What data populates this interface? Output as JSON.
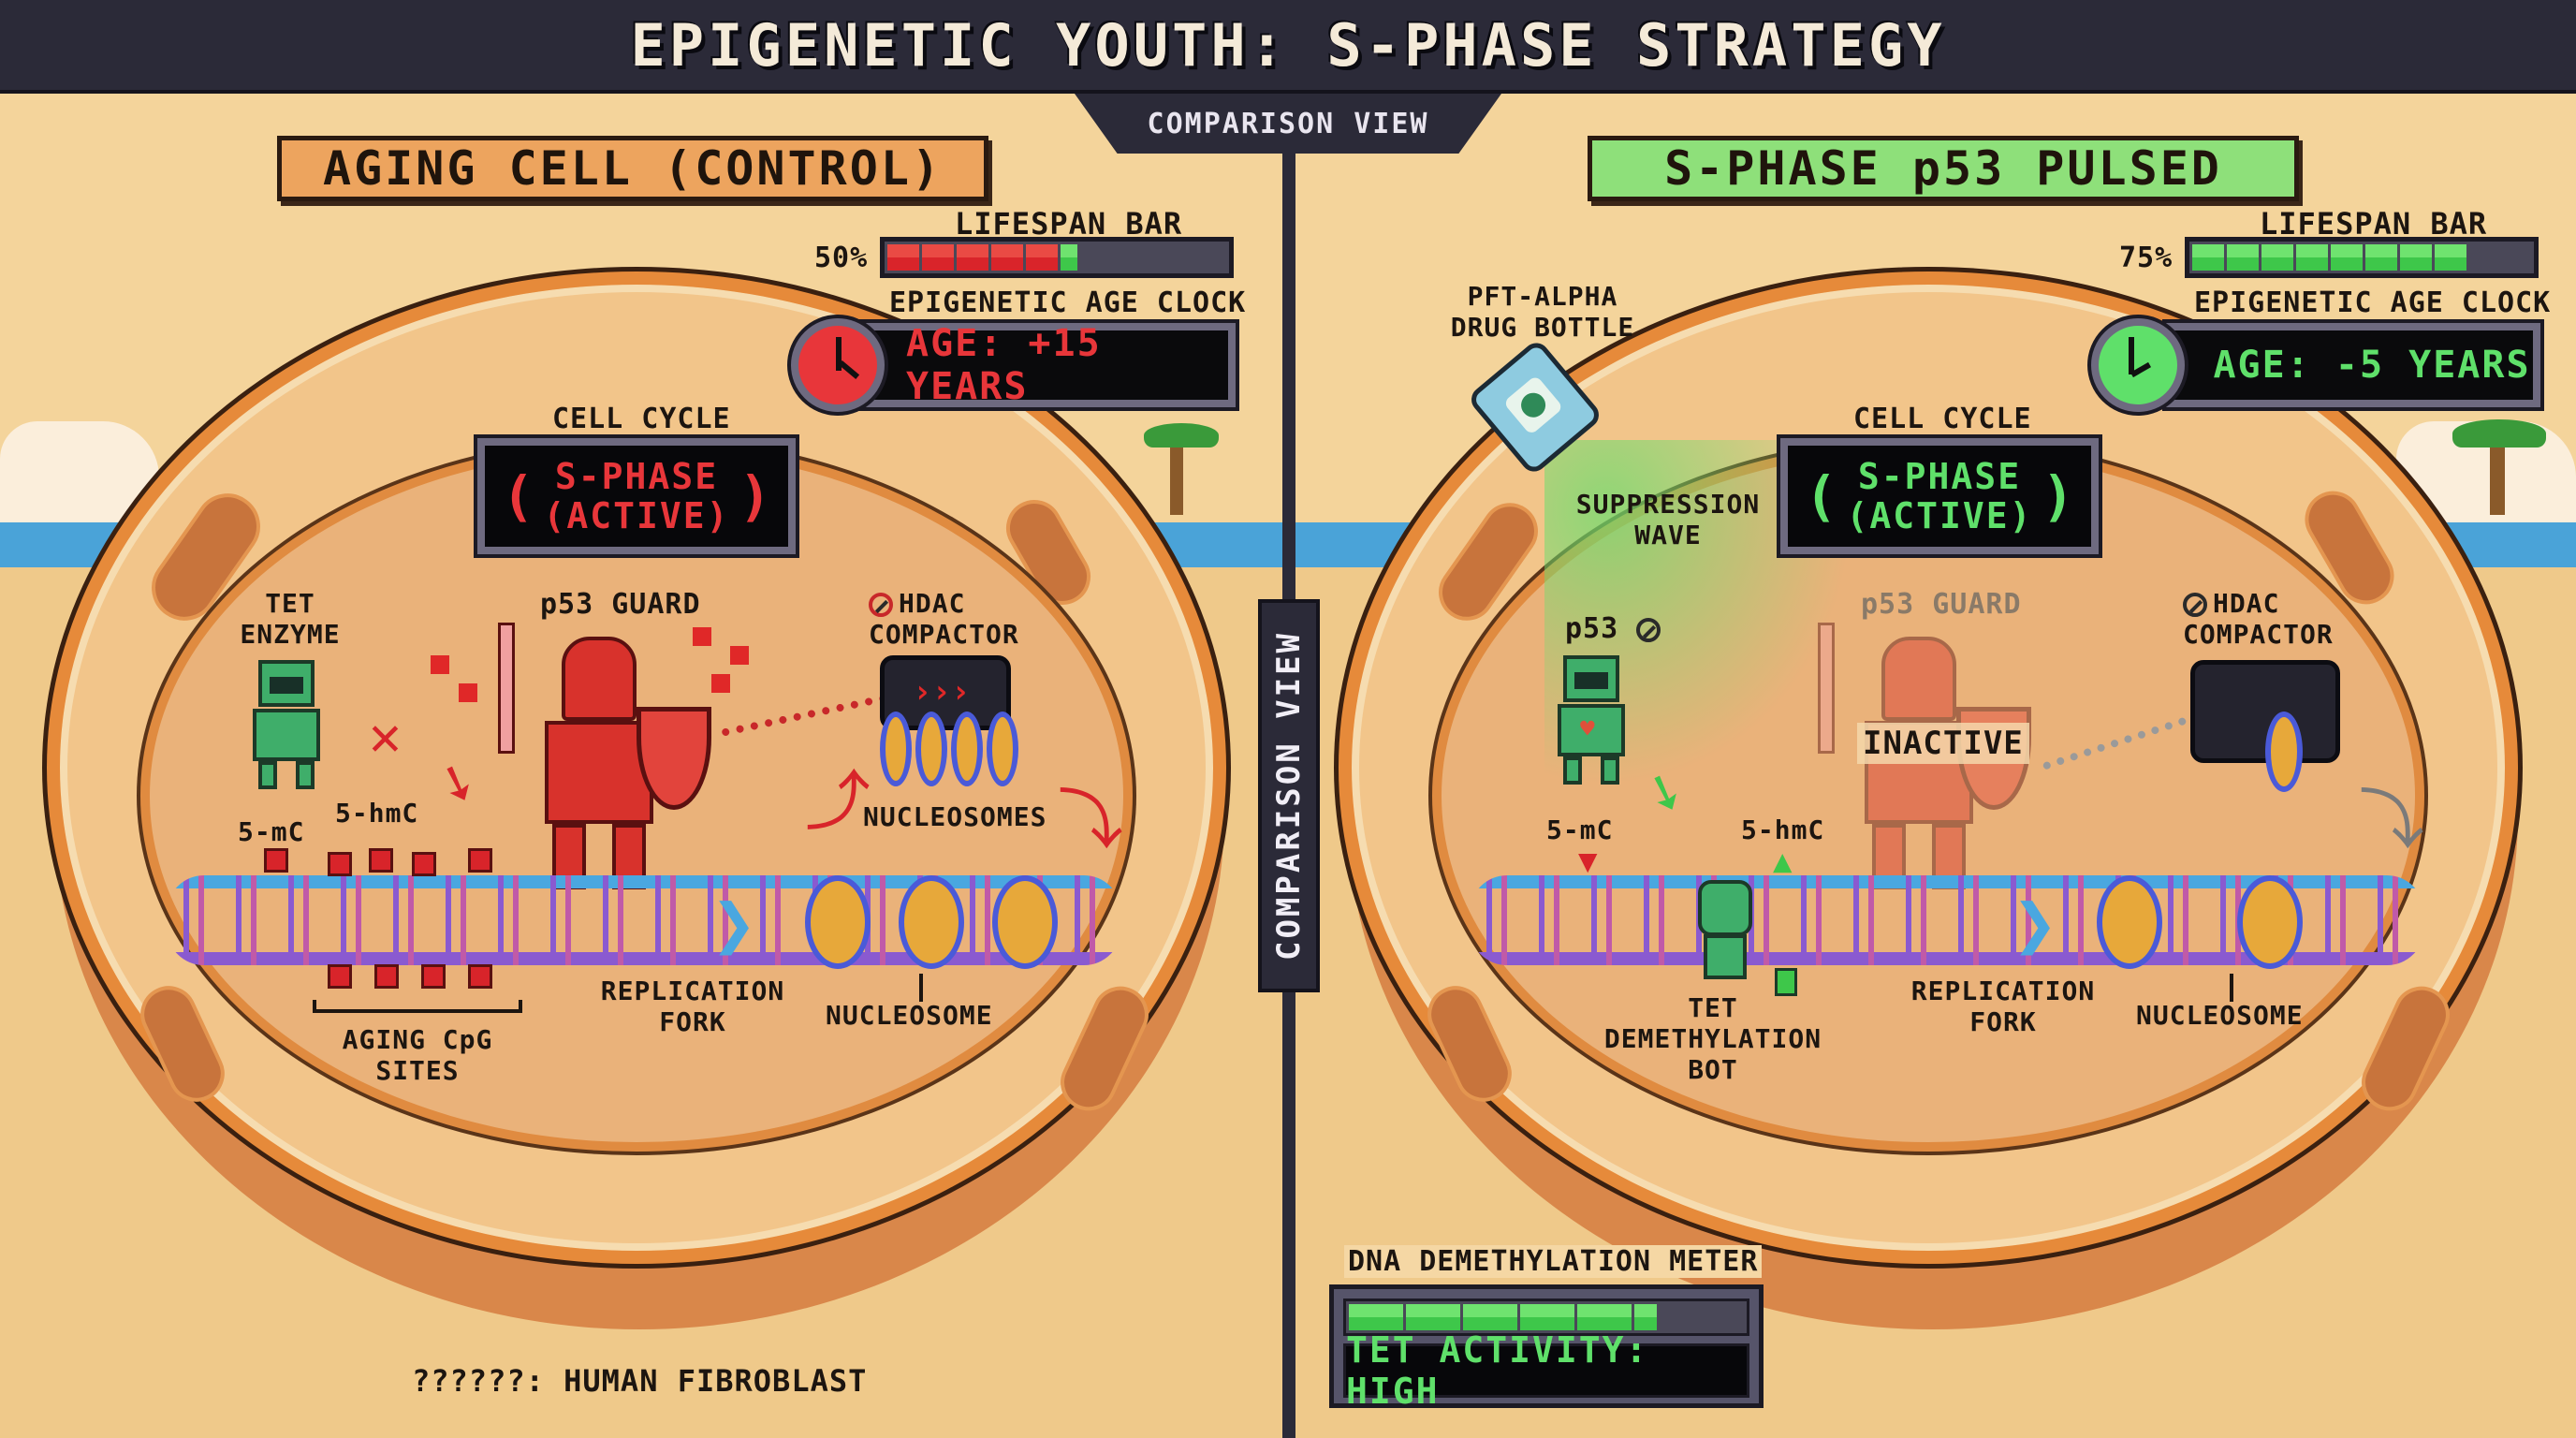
{
  "header": {
    "title": "EPIGENETIC YOUTH: S-PHASE STRATEGY",
    "comparison_tab": "COMPARISON VIEW",
    "divider_label": "COMPARISON VIEW"
  },
  "left_panel": {
    "title": "AGING CELL (CONTROL)",
    "title_color": "#eda45e",
    "lifespan": {
      "label": "LIFESPAN BAR",
      "percent_text": "50%",
      "value": 50,
      "segments_red": 5,
      "segments_green": 1,
      "color": "#d9242a"
    },
    "age_clock": {
      "label": "EPIGENETIC AGE CLOCK",
      "value": "AGE: +15 YEARS",
      "color": "#e8363a",
      "clock_icon": "clock-icon"
    },
    "cell_cycle": {
      "label": "CELL CYCLE",
      "status_line1": "S-PHASE",
      "status_line2": "(ACTIVE)",
      "color": "#e8363a"
    },
    "labels": {
      "tet_enzyme_line1": "TET",
      "tet_enzyme_line2": "ENZYME",
      "p53_guard": "p53 GUARD",
      "hdac_line1": "HDAC",
      "hdac_line2": "COMPACTOR",
      "nucleosomes": "NUCLEOSOMES",
      "five_mc": "5-mC",
      "five_hmc": "5-hmC",
      "replication_fork_line1": "REPLICATION",
      "replication_fork_line2": "FORK",
      "nucleosome": "NUCLEOSOME",
      "cpg_line1": "AGING CpG",
      "cpg_line2": "SITES"
    },
    "footer": {
      "prefix": "??????:",
      "value": "HUMAN FIBROBLAST"
    }
  },
  "right_panel": {
    "title": "S-PHASE p53 PULSED",
    "title_color": "#8ee07a",
    "lifespan": {
      "label": "LIFESPAN BAR",
      "percent_text": "75%",
      "value": 75,
      "segments_green": 8,
      "color": "#3ec74a"
    },
    "age_clock": {
      "label": "EPIGENETIC AGE CLOCK",
      "value": "AGE: -5 YEARS",
      "color": "#5fe06a",
      "clock_icon": "clock-icon"
    },
    "cell_cycle": {
      "label": "CELL CYCLE",
      "status_line1": "S-PHASE",
      "status_line2": "(ACTIVE)",
      "color": "#5fe06a"
    },
    "labels": {
      "drug_line1": "PFT-ALPHA",
      "drug_line2": "DRUG BOTTLE",
      "suppression_line1": "SUPPRESSION",
      "suppression_line2": "WAVE",
      "p53": "p53",
      "p53_guard": "p53 GUARD",
      "inactive": "INACTIVE",
      "hdac_line1": "HDAC",
      "hdac_line2": "COMPACTOR",
      "five_mc": "5-mC",
      "five_hmc": "5-hmC",
      "tet_bot_line1": "TET",
      "tet_bot_line2": "DEMETHYLATION",
      "tet_bot_line3": "BOT",
      "replication_fork_line1": "REPLICATION",
      "replication_fork_line2": "FORK",
      "nucleosome": "NUCLEOSOME"
    },
    "demethylation_meter": {
      "label": "DNA DEMETHYLATION METER",
      "segments_filled": 6,
      "fill_percent": 78,
      "status": "TET ACTIVITY: HIGH",
      "color": "#5fe06a"
    }
  },
  "colors": {
    "header_bg": "#2b2a38",
    "background": "#f5d7a4",
    "sea": "#4aa3d8",
    "cell_membrane": "#e68a3a",
    "dna_blue": "#4aa7e0",
    "dna_purple": "#8a5ad0"
  }
}
